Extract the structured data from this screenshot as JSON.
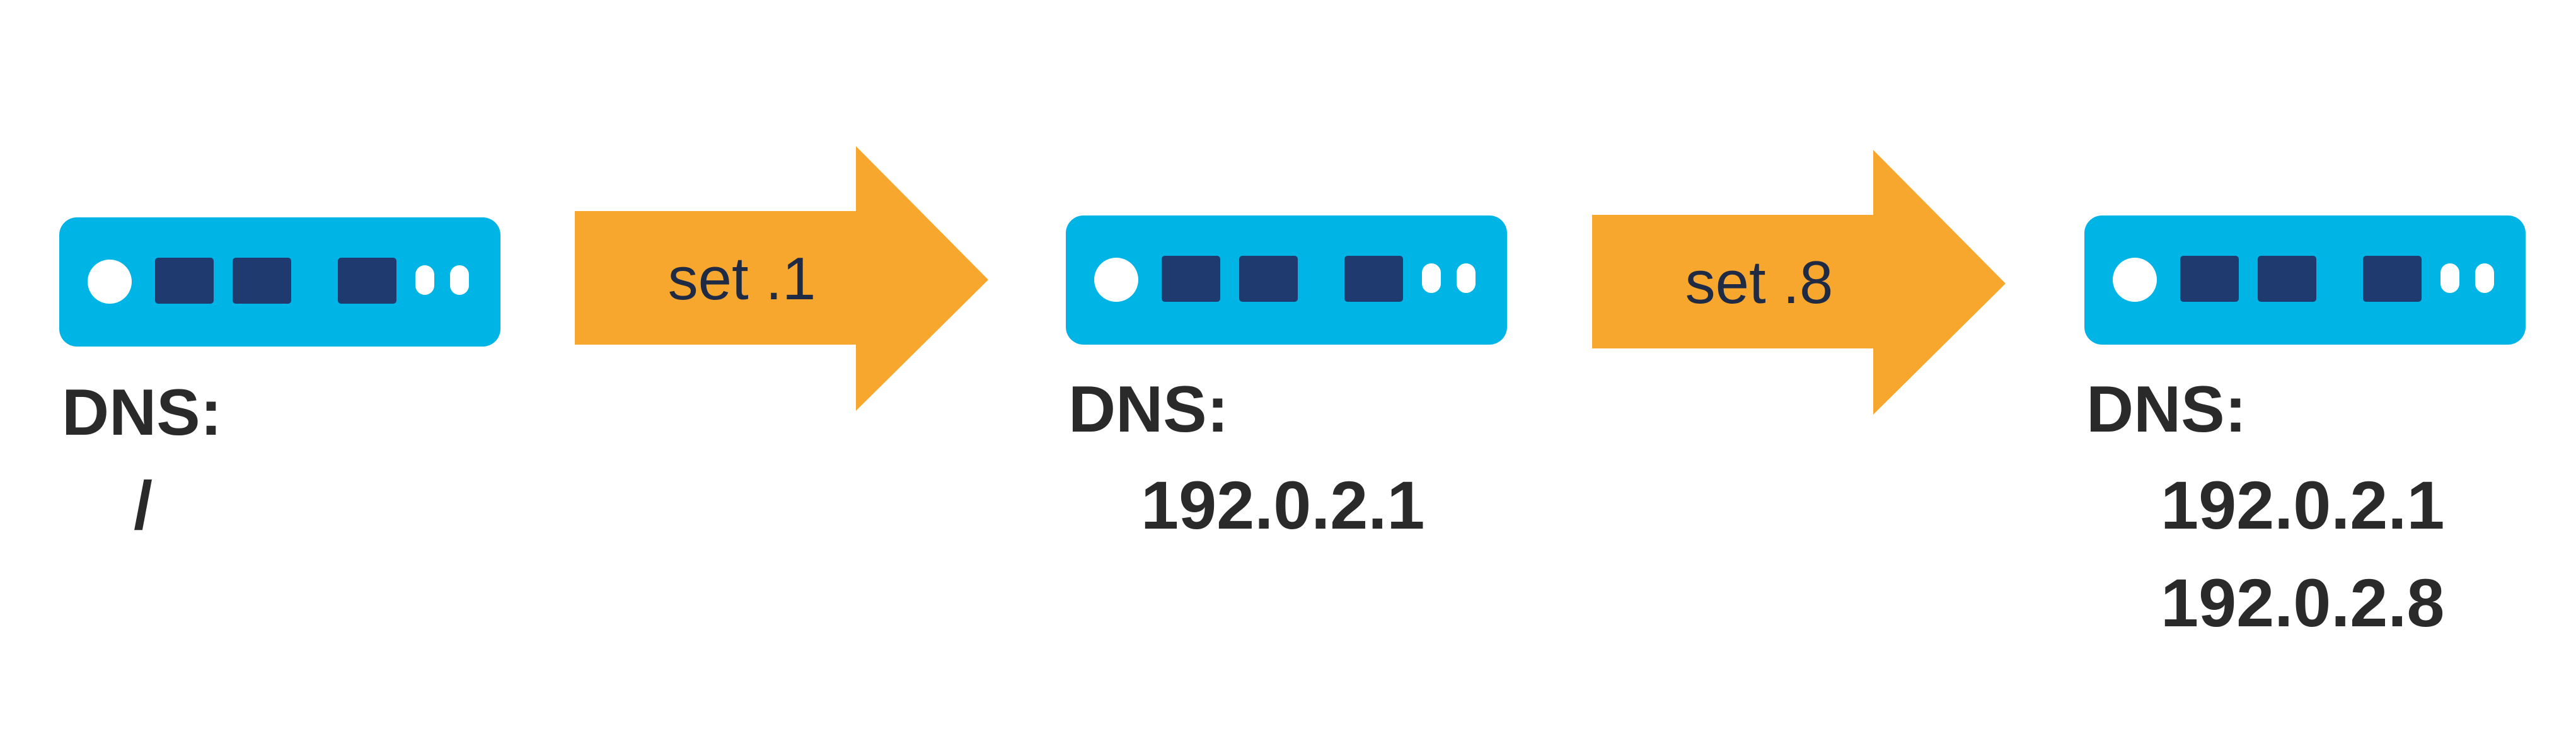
{
  "colors": {
    "device": "#00b4e6",
    "port": "#1e3a6e",
    "arrow": "#f7a72d",
    "text": "#2a2a2a"
  },
  "stages": [
    {
      "dns_label": "DNS:",
      "servers": [
        "/"
      ]
    },
    {
      "dns_label": "DNS:",
      "servers": [
        "192.0.2.1"
      ]
    },
    {
      "dns_label": "DNS:",
      "servers": [
        "192.0.2.1",
        "192.0.2.8"
      ]
    }
  ],
  "arrows": [
    {
      "label": "set .1"
    },
    {
      "label": "set .8"
    }
  ]
}
